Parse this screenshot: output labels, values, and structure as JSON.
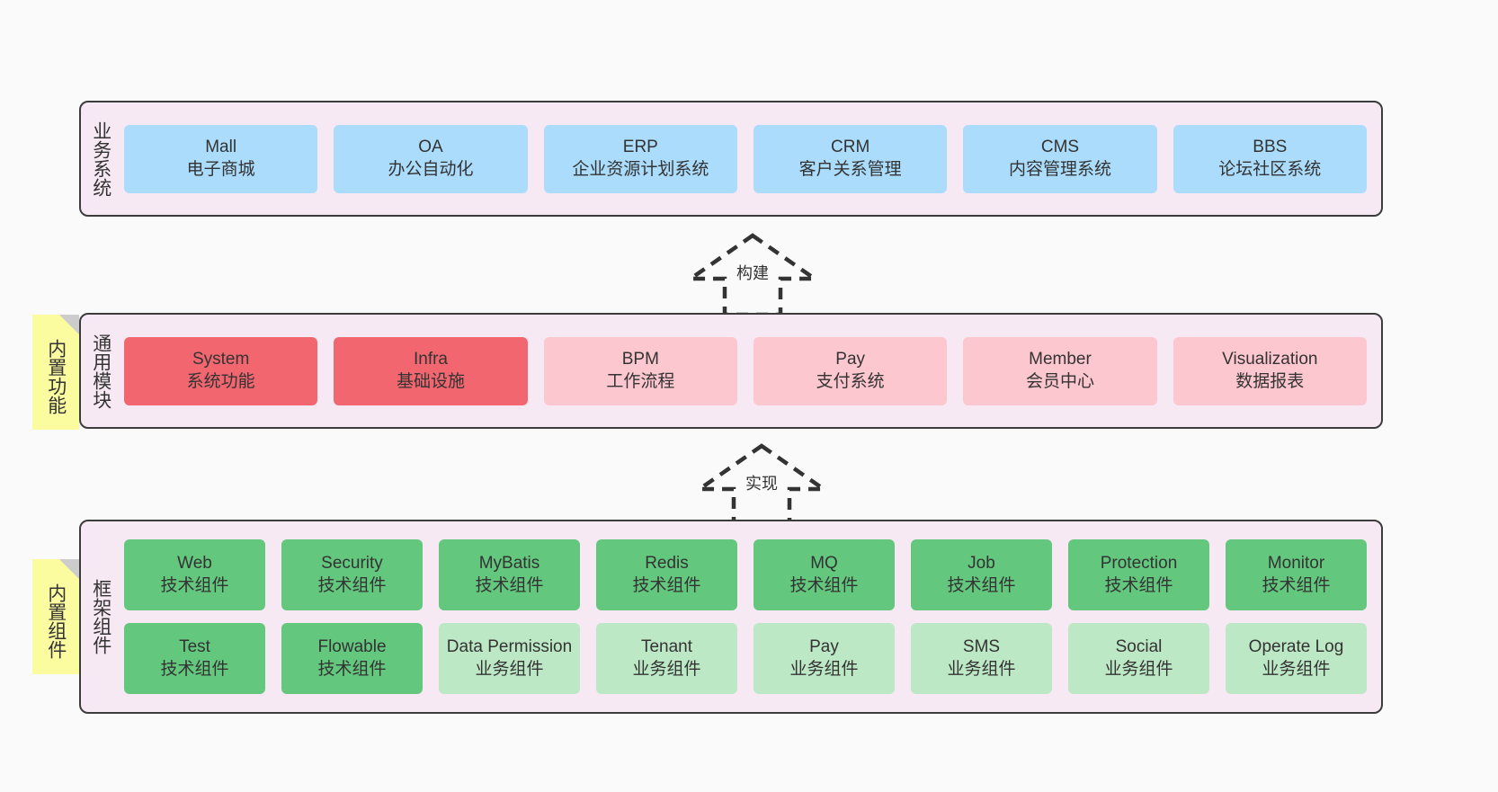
{
  "diagram": {
    "background": "#fafafa",
    "colors": {
      "layer_fill": "#f7e9f3",
      "layer_border": "#3c3c3c",
      "note_fill": "#fbfba0",
      "blue": "#abdcfb",
      "red": "#f2676f",
      "pink": "#fcc7ce",
      "green": "#63c77e",
      "light_green": "#bde8c6",
      "text": "#333333"
    }
  },
  "layers": {
    "business": {
      "title": "业务系统",
      "nodes": [
        {
          "name": "Mall",
          "desc": "电子商城"
        },
        {
          "name": "OA",
          "desc": "办公自动化"
        },
        {
          "name": "ERP",
          "desc": "企业资源计划系统"
        },
        {
          "name": "CRM",
          "desc": "客户关系管理"
        },
        {
          "name": "CMS",
          "desc": "内容管理系统"
        },
        {
          "name": "BBS",
          "desc": "论坛社区系统"
        }
      ]
    },
    "common": {
      "title": "通用模块",
      "nodes": [
        {
          "name": "System",
          "desc": "系统功能",
          "style": "red"
        },
        {
          "name": "Infra",
          "desc": "基础设施",
          "style": "red"
        },
        {
          "name": "BPM",
          "desc": "工作流程",
          "style": "pink"
        },
        {
          "name": "Pay",
          "desc": "支付系统",
          "style": "pink"
        },
        {
          "name": "Member",
          "desc": "会员中心",
          "style": "pink"
        },
        {
          "name": "Visualization",
          "desc": "数据报表",
          "style": "pink"
        }
      ]
    },
    "framework": {
      "title": "框架组件",
      "row1": [
        {
          "name": "Web",
          "desc": "技术组件",
          "style": "green"
        },
        {
          "name": "Security",
          "desc": "技术组件",
          "style": "green"
        },
        {
          "name": "MyBatis",
          "desc": "技术组件",
          "style": "green"
        },
        {
          "name": "Redis",
          "desc": "技术组件",
          "style": "green"
        },
        {
          "name": "MQ",
          "desc": "技术组件",
          "style": "green"
        },
        {
          "name": "Job",
          "desc": "技术组件",
          "style": "green"
        },
        {
          "name": "Protection",
          "desc": "技术组件",
          "style": "green"
        },
        {
          "name": "Monitor",
          "desc": "技术组件",
          "style": "green"
        }
      ],
      "row2": [
        {
          "name": "Test",
          "desc": "技术组件",
          "style": "green"
        },
        {
          "name": "Flowable",
          "desc": "技术组件",
          "style": "green"
        },
        {
          "name": "Data Permission",
          "desc": "业务组件",
          "style": "lightgreen"
        },
        {
          "name": "Tenant",
          "desc": "业务组件",
          "style": "lightgreen"
        },
        {
          "name": "Pay",
          "desc": "业务组件",
          "style": "lightgreen"
        },
        {
          "name": "SMS",
          "desc": "业务组件",
          "style": "lightgreen"
        },
        {
          "name": "Social",
          "desc": "业务组件",
          "style": "lightgreen"
        },
        {
          "name": "Operate Log",
          "desc": "业务组件",
          "style": "lightgreen"
        }
      ]
    }
  },
  "notes": {
    "built_in_functions": "内置功能",
    "built_in_components": "内置组件"
  },
  "arrows": {
    "build": "构建",
    "implement": "实现"
  }
}
